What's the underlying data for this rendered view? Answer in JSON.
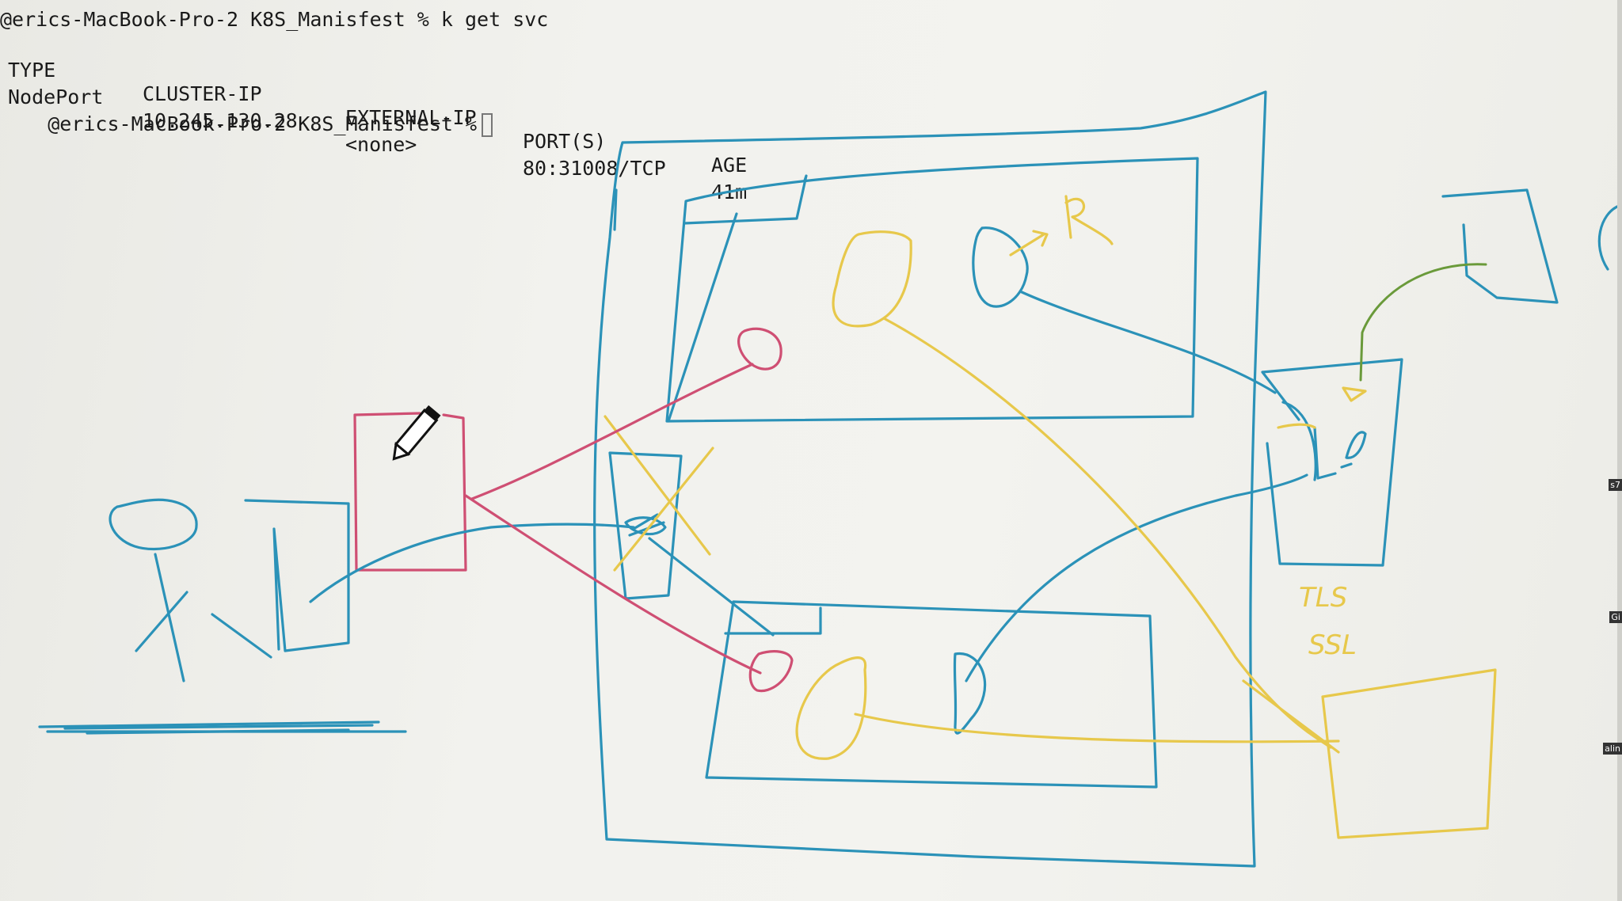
{
  "window": {
    "title_sliver": ""
  },
  "terminal": {
    "line1": "@erics-MacBook-Pro-2 K8S_Manisfest % k get svc",
    "headers": [
      "TYPE",
      "CLUSTER-IP",
      "EXTERNAL-IP",
      "PORT(S)",
      "AGE"
    ],
    "row": [
      "NodePort",
      "10.245.130.28",
      "<none>",
      "80:31008/TCP",
      "41m"
    ],
    "prompt": "@erics-MacBook-Pro-2 K8S_Manisfest %"
  },
  "annotations": {
    "tls": "TLS",
    "ssl": "SSL"
  },
  "edge_labels": {
    "a": "s7",
    "b": "Gi",
    "c": "alin"
  },
  "colors": {
    "blue": "#2b92b8",
    "yellow": "#e7c84b",
    "red": "#cf4f73"
  },
  "icons": {
    "cursor": "pencil-cursor-icon"
  }
}
